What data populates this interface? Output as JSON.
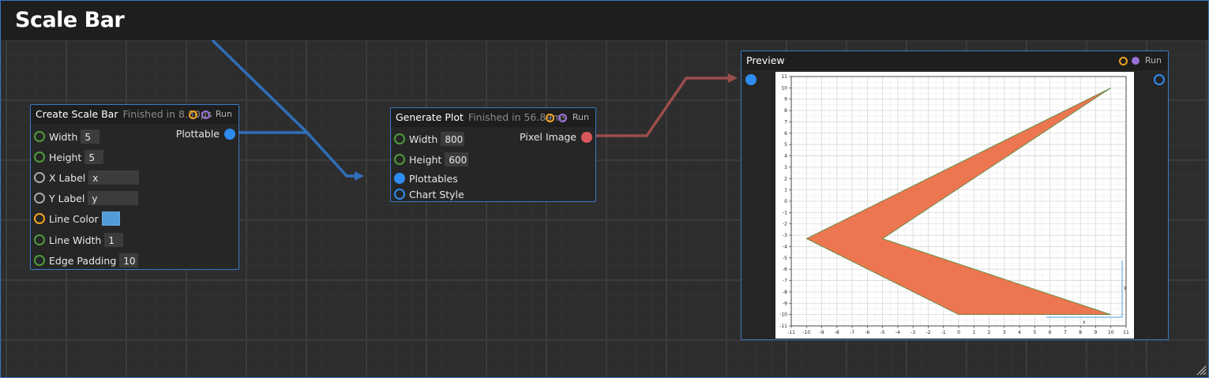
{
  "window": {
    "title": "Scale Bar"
  },
  "nodes": {
    "create_scale_bar": {
      "title": "Create Scale Bar",
      "status": "Finished in 8.30µs",
      "run_label": "Run",
      "inputs": [
        {
          "label": "Width",
          "value": "5"
        },
        {
          "label": "Height",
          "value": "5"
        },
        {
          "label": "X Label",
          "value": "x"
        },
        {
          "label": "Y Label",
          "value": "y"
        },
        {
          "label": "Line Color",
          "value": "#519cd8"
        },
        {
          "label": "Line Width",
          "value": "1"
        },
        {
          "label": "Edge Padding",
          "value": "10"
        }
      ],
      "output": {
        "label": "Plottable"
      }
    },
    "generate_plot": {
      "title": "Generate Plot",
      "status": "Finished in 56.89ms",
      "run_label": "Run",
      "inputs": [
        {
          "label": "Width",
          "value": "800"
        },
        {
          "label": "Height",
          "value": "600"
        },
        {
          "label": "Plottables"
        },
        {
          "label": "Chart Style"
        }
      ],
      "output": {
        "label": "Pixel Image"
      }
    },
    "preview": {
      "title": "Preview",
      "run_label": "Run"
    }
  },
  "preview_plot": {
    "type": "area",
    "polygon": [
      [
        10,
        10
      ],
      [
        -10,
        -3.3
      ],
      [
        0,
        -10
      ],
      [
        10,
        -10
      ],
      [
        -5,
        -3.3
      ]
    ],
    "fill_color": "#ec7650",
    "xlim": [
      -11,
      11
    ],
    "ylim": [
      -11,
      11
    ],
    "xticks": [
      "-11",
      "-10",
      "-9",
      "-8",
      "-7",
      "-6",
      "-5",
      "-4",
      "-3",
      "-2",
      "-1",
      "0",
      "1",
      "2",
      "3",
      "4",
      "5",
      "6",
      "7",
      "8",
      "9",
      "10",
      "11"
    ],
    "yticks": [
      "11",
      "10",
      "9",
      "8",
      "7",
      "6",
      "5",
      "4",
      "3",
      "2",
      "1",
      "0",
      "-1",
      "-2",
      "-3",
      "-4",
      "-5",
      "-6",
      "-7",
      "-8",
      "-9",
      "-10",
      "-11"
    ],
    "scale_bar": {
      "x_label": "x",
      "y_label": "y",
      "width": 5,
      "height": 5
    },
    "grid": true
  },
  "colors": {
    "accent": "#3a79c8",
    "wire_blue": "#2f6fb8",
    "wire_red": "#9b4d4b"
  }
}
